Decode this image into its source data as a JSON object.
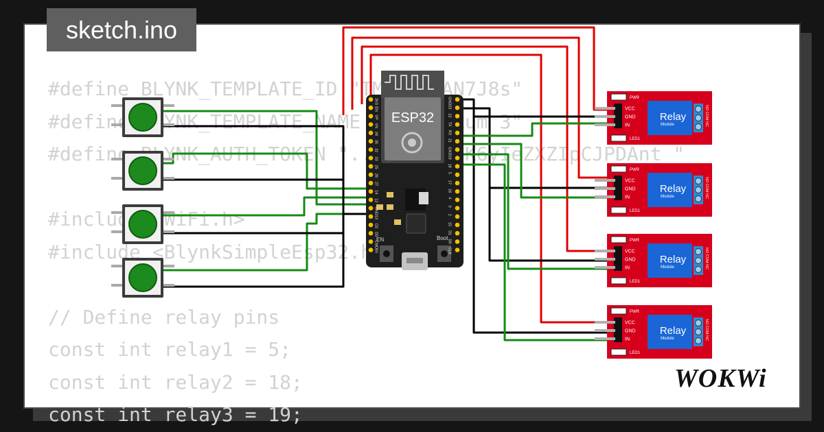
{
  "window": {
    "title": "sketch.ino"
  },
  "brand": {
    "name": "WOKWi"
  },
  "code_lines": [
    "#define BLYNK_TEMPLATE_ID \"TMPL6aEAN7J8s\"",
    "#define BLYNK_TEMPLATE_NAME \"Praktikum 3\"",
    "#define BLYNK_AUTH_TOKEN \"...GSmeOssK6yIeZXZIpCJPDAnt_\"",
    "",
    "#include <WiFi.h>",
    "#include <BlynkSimpleEsp32.h>",
    "",
    "// Define relay pins",
    "const int relay1 = 5;",
    "const int relay2 = 18;",
    "const int relay3 = 19;"
  ],
  "board": {
    "label": "ESP32",
    "en_label": "EN",
    "boot_label": "Boot",
    "left_pins": [
      "3V3",
      "EN",
      "VP",
      "VN",
      "34",
      "35",
      "32",
      "33",
      "25",
      "26",
      "27",
      "14",
      "12",
      "GND",
      "13",
      "D2",
      "D3",
      "CMD",
      "5V"
    ],
    "right_pins": [
      "GND",
      "23",
      "22",
      "TX",
      "RX",
      "21",
      "GND",
      "19",
      "18",
      "5",
      "17",
      "16",
      "4",
      "0",
      "2",
      "15",
      "D1",
      "D0",
      "CLK"
    ]
  },
  "relay": {
    "title": "Relay",
    "subtitle": "Module",
    "pin_labels": [
      "VCC",
      "GND",
      "IN"
    ],
    "terminal_labels": [
      "NO",
      "COM",
      "NC"
    ],
    "pwr_label": "PWR",
    "led_label": "LED1"
  },
  "buttons": [
    {
      "id": "btn1"
    },
    {
      "id": "btn2"
    },
    {
      "id": "btn3"
    },
    {
      "id": "btn4"
    }
  ],
  "colors": {
    "background": "#151515",
    "card": "#ffffff",
    "code_text": "#d2d2d2",
    "title_badge": "#5f5f5f",
    "board": "#1e1e1e",
    "relay_board": "#d6001c",
    "relay_module": "#1a66d6",
    "button_cap": "#1d8a1d",
    "wire_red": "#e00000",
    "wire_green": "#138a13",
    "wire_black": "#000000"
  }
}
